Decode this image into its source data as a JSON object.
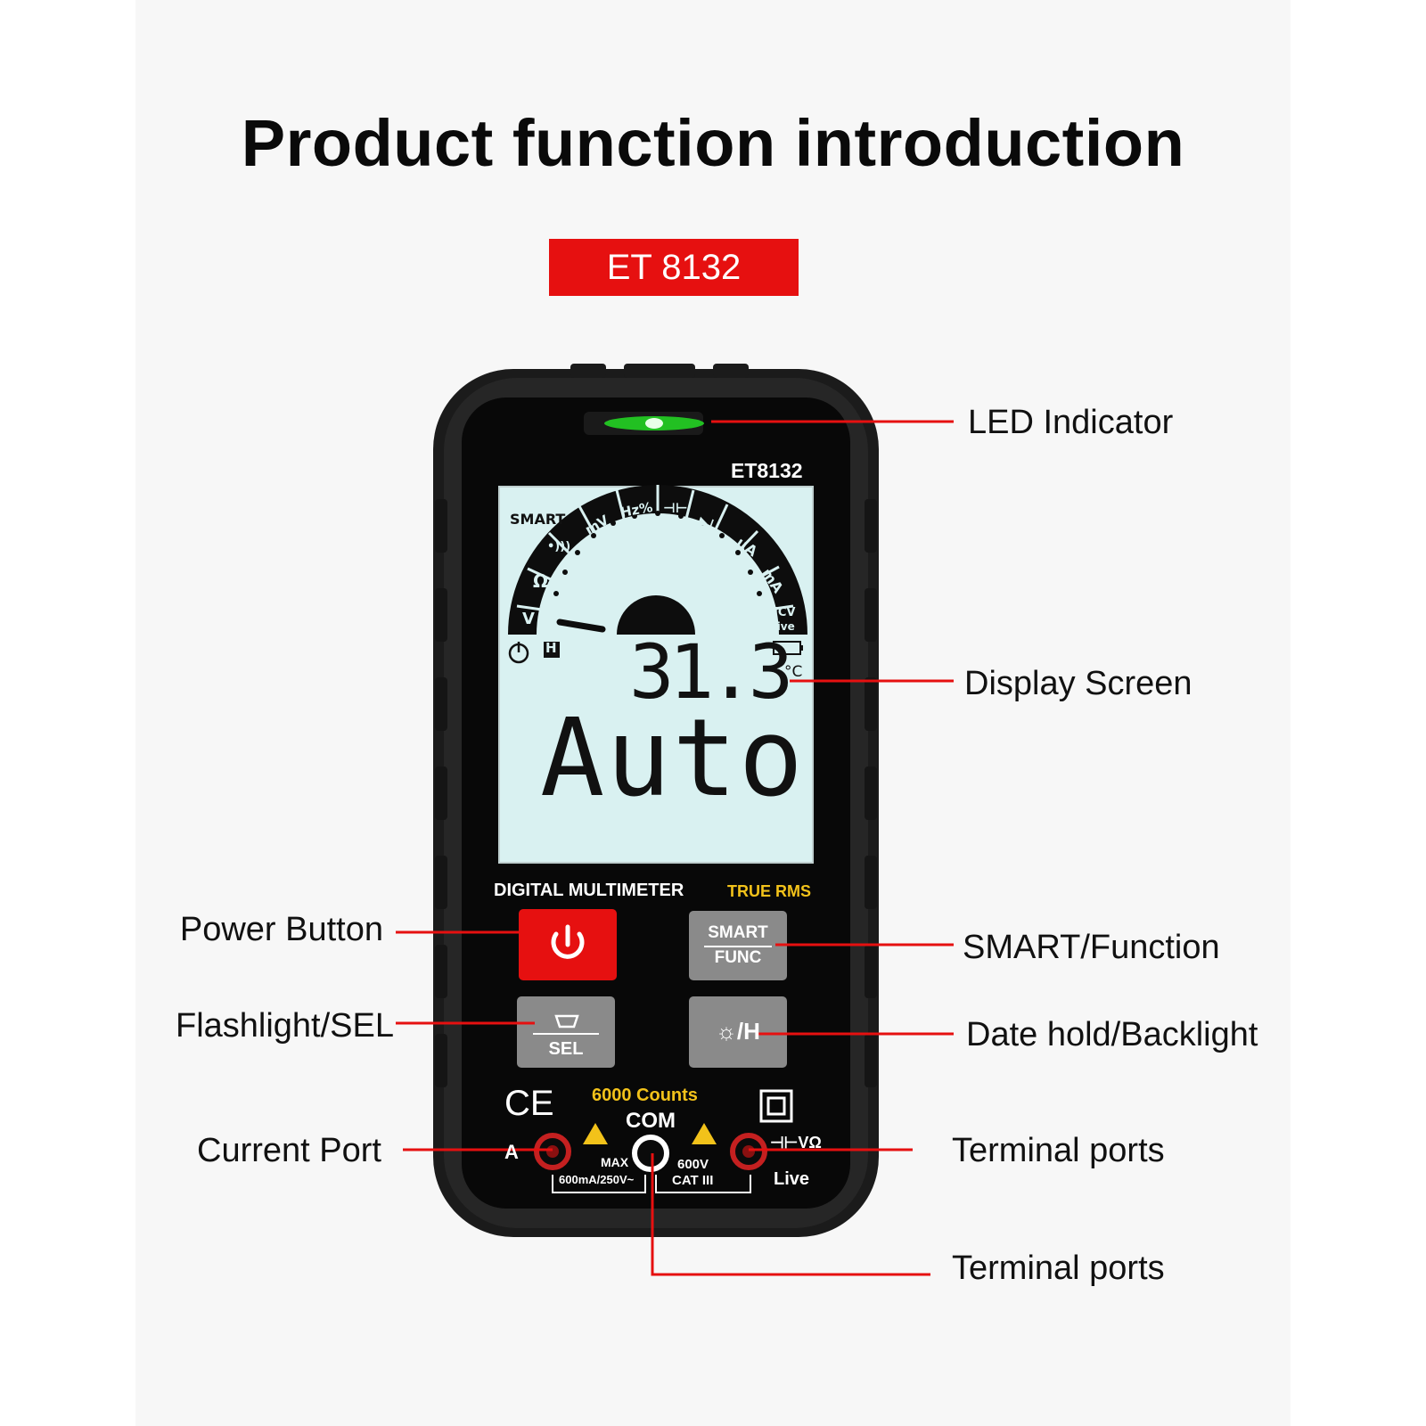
{
  "title": "Product function introduction",
  "model_badge": "ET 8132",
  "device": {
    "model_label": "ET8132",
    "lcd": {
      "smart": "SMART",
      "dial_labels": [
        "mV",
        "Hz%",
        "⊣⊢",
        "▶|",
        "μA",
        "mA",
        "NCV",
        "Live",
        "V",
        "Ω",
        "•)))"
      ],
      "reading": "31.3",
      "unit": "°C",
      "mode": "Auto",
      "hold_icon": "H"
    },
    "name_label": "DIGITAL MULTIMETER",
    "rms_label": "TRUE RMS",
    "buttons": {
      "smart_top": "SMART",
      "smart_bottom": "FUNC",
      "sel_label": "SEL",
      "hold_label": "☼/H"
    },
    "counts": "6000 Counts",
    "ce_mark": "CE",
    "com_label": "COM",
    "a_label": "A",
    "max_label": "MAX",
    "fuse_label": "600mA/250V~",
    "cat_top": "600V",
    "cat_bottom": "CAT III",
    "vohm_label": "⊣⊢VΩ",
    "live_label": "Live"
  },
  "callouts": {
    "led": "LED Indicator",
    "display": "Display Screen",
    "power": "Power Button",
    "smart": "SMART/Function",
    "flashlight": "Flashlight/SEL",
    "hold": "Date hold/Backlight",
    "current": "Current Port",
    "terminal_right": "Terminal ports",
    "terminal_bottom": "Terminal ports"
  },
  "colors": {
    "accent_red": "#e61010",
    "lcd_bg": "#d9f1f1",
    "body": "#141414",
    "led_green": "#3cff3c",
    "yellow_text": "#f2c21a",
    "button_grey": "#8a8a8a"
  }
}
